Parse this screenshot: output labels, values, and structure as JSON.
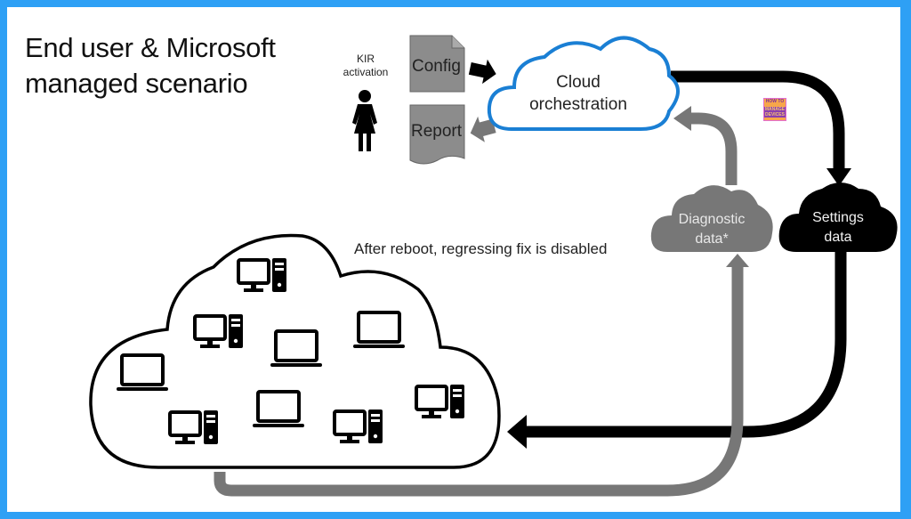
{
  "title": {
    "line1": "End user & Microsoft",
    "line2": "managed scenario"
  },
  "actor": {
    "label_line1": "KIR",
    "label_line2": "activation",
    "icon": "person-icon"
  },
  "documents": [
    {
      "label": "Config",
      "icon": "document-icon"
    },
    {
      "label": "Report",
      "icon": "document-icon"
    }
  ],
  "clouds": {
    "orchestration": {
      "line1": "Cloud",
      "line2": "orchestration",
      "outline_color": "#1a7fd4"
    },
    "diagnostic": {
      "line1": "Diagnostic",
      "line2": "data*",
      "fill_color": "#777777"
    },
    "settings": {
      "line1": "Settings",
      "line2": "data",
      "fill_color": "#000000"
    },
    "devices": {
      "outline_color": "#000000"
    }
  },
  "note": "After reboot, regressing fix is disabled",
  "logo": {
    "line1": "HOW TO",
    "line2": "MANAGE DEVICES"
  },
  "devices": [
    {
      "type": "desktop-icon"
    },
    {
      "type": "desktop-icon"
    },
    {
      "type": "laptop-icon"
    },
    {
      "type": "laptop-icon"
    },
    {
      "type": "laptop-icon"
    },
    {
      "type": "desktop-icon"
    },
    {
      "type": "laptop-icon"
    },
    {
      "type": "desktop-icon"
    },
    {
      "type": "desktop-icon"
    }
  ],
  "colors": {
    "frame": "#2ea0f5",
    "arrow_dark": "#000000",
    "arrow_gray": "#777777"
  }
}
